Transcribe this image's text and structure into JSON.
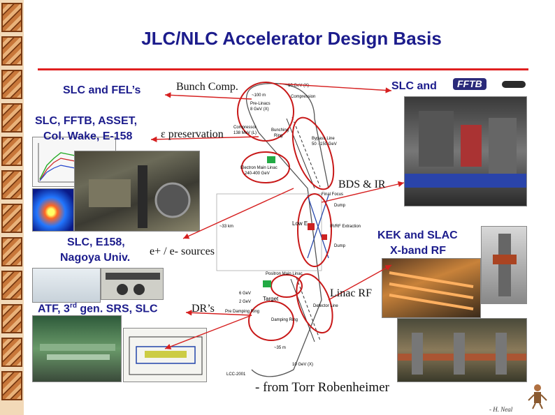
{
  "slide": {
    "title": "JLC/NLC Accelerator Design Basis",
    "credit": "- from Torr Robenheimer",
    "author": "- H. Neal"
  },
  "labels": {
    "slc_fels": "SLC and FEL’s",
    "slc_ffb_line1": "SLC, FFTB, ASSET,",
    "slc_ffb_line2": "Col. Wake, E-158",
    "slc_e158_line1": "SLC, E158,",
    "slc_e158_line2": "Nagoya Univ.",
    "atf_pre": "ATF, 3",
    "atf_sup": "rd",
    "atf_post": " gen. SRS, SLC",
    "slc_and": "SLC and",
    "fftb_logo": "FFTB",
    "kek_line1": "KEK and SLAC",
    "kek_line2": "X-band RF"
  },
  "arrow_labels": {
    "bunch_comp": "Bunch Comp.",
    "eps": "ε preservation",
    "bds": "BDS & IR",
    "sources": "e+ / e- sources",
    "linac_rf": "Linac RF",
    "drs": "DR’s"
  },
  "diagram_text": {
    "pre_linac": "Pre-Linacs",
    "pre_linac_energy": "8 GeV (X)",
    "gev": "10 GeV (X)",
    "compression": "Compression",
    "compressor": "Compressor",
    "compressor_mev": "138 MeV (L)",
    "bunching": "Bunching",
    "bunching_ring": "Ring",
    "bypass": "Bypass Line",
    "bypass_energy": "50 - 150 GeV",
    "main_linac": "Electron Main Linac",
    "main_linac_energy": "240-400 GeV",
    "final_focus": "Final Focus",
    "dump": "Dump",
    "low_e": "Low E",
    "rf_extraction": "IR/RF Extraction",
    "positron_linac": "Positron Main Linac",
    "target": "Target",
    "rf_dumping": "Pre Damping Ring",
    "damping_ring": "Damping Ring",
    "detector_line": "Detector Line",
    "dist_left": "~33 km",
    "dist_top": "~100 m",
    "dist_bot": "~35 m",
    "gev_bot": "10 GeV (X)",
    "low_e_dump": "Dump",
    "e_gev6": "6 GeV",
    "e_gev2": "2 GeV",
    "lcc_mark": "LCC-2001"
  },
  "colors": {
    "title": "#1c1c8c",
    "rule": "#e02020",
    "arrow": "#d62020",
    "ellipse": "#c81818"
  }
}
